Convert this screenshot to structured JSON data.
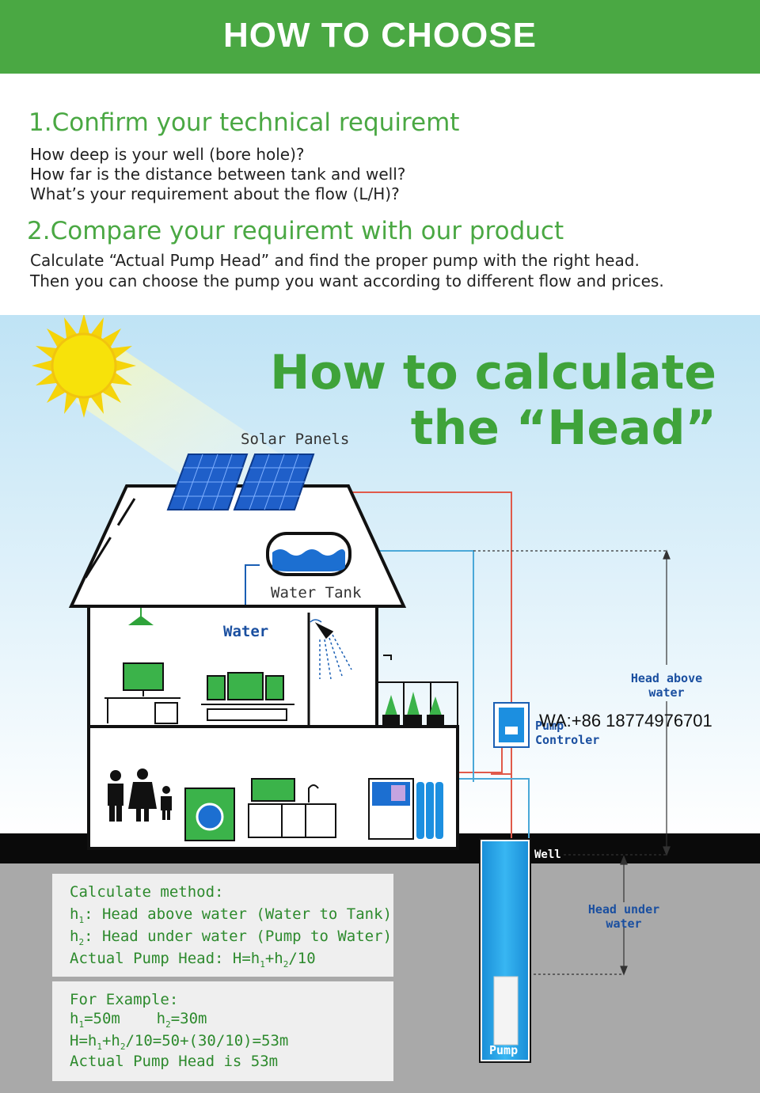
{
  "banner": {
    "title": "HOW TO CHOOSE"
  },
  "step1": {
    "title": "1.Confirm your technical requiremt",
    "lines": [
      "How deep is your well (bore hole)?",
      "How far is the distance between tank and well?",
      "What’s your requirement about the flow (L/H)?"
    ]
  },
  "step2": {
    "title": "2.Compare your requiremt with our product",
    "lines": [
      "Calculate “Actual Pump Head” and find the proper pump with the right head.",
      "Then you can choose the pump you want according to different flow and prices."
    ]
  },
  "diagram": {
    "title_line1": "How to calculate",
    "title_line2": "the “Head”",
    "solar_panels": "Solar Panels",
    "water_tank": "Water Tank",
    "water": "Water",
    "head_above_1": "Head above",
    "head_above_2": "water",
    "pump_controller_1": "Pump",
    "pump_controller_2": "Controler",
    "wa_contact": "WA:+86 18774976701",
    "well": "Well",
    "head_under_1": "Head under",
    "head_under_2": "water",
    "pump": "Pump"
  },
  "calc_box": {
    "title": "Calculate method:",
    "h1_label": "h",
    "h1_sub": "1",
    "h1_text": ": Head above water (Water to Tank)",
    "h2_label": "h",
    "h2_sub": "2",
    "h2_text": ": Head under water (Pump to Water)",
    "formula_prefix": "Actual Pump Head: H=h",
    "formula_sub1": "1",
    "formula_mid": "+h",
    "formula_sub2": "2",
    "formula_suffix": "/10"
  },
  "example_box": {
    "title": "For Example:",
    "h1": "h",
    "h1_sub": "1",
    "h1_val": "=50m",
    "h2": "h",
    "h2_sub": "2",
    "h2_val": "=30m",
    "eq_prefix": "H=h",
    "eq_sub1": "1",
    "eq_mid": "+h",
    "eq_sub2": "2",
    "eq_suffix": "/10=50+(30/10)=53m",
    "result": "Actual Pump Head is 53m"
  },
  "colors": {
    "brand_green": "#4aa843",
    "sky_top": "#bfe3f5",
    "ground": "#a9a9a9",
    "well_blue": "#1fa3e8",
    "panel_blue": "#1f5fc9",
    "wire_red": "#e05a4a",
    "pipe_blue": "#4aa8d8"
  }
}
